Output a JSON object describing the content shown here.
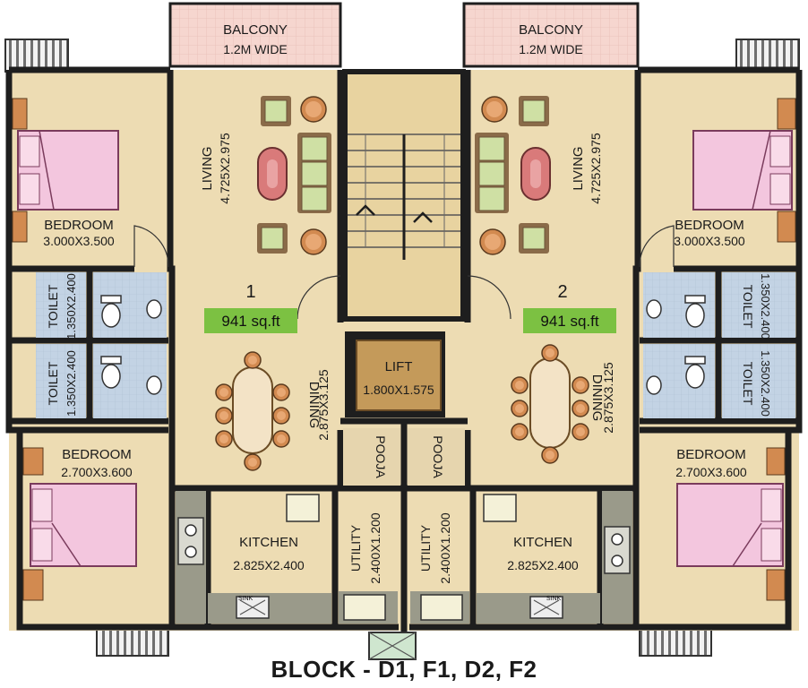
{
  "units": [
    {
      "number": "1",
      "area": "941 sq.ft",
      "living": {
        "name": "LIVING",
        "size": "4.725X2.975"
      },
      "dining": {
        "name": "DINING",
        "size": "2.875X3.125"
      },
      "kitchen": {
        "name": "KITCHEN",
        "size": "2.825X2.400"
      },
      "utility": {
        "name": "UTILITY",
        "size": "2.400X1.200"
      },
      "pooja": {
        "name": "POOJA"
      },
      "bedroom_top": {
        "name": "BEDROOM",
        "size": "3.000X3.500"
      },
      "bedroom_bottom": {
        "name": "BEDROOM",
        "size": "2.700X3.600"
      },
      "toilet_top": {
        "name": "TOILET",
        "size": "1.350X2.400"
      },
      "toilet_bottom": {
        "name": "TOILET",
        "size": "1.350X2.400"
      },
      "balcony": {
        "name": "BALCONY",
        "width": "1.2M WIDE"
      },
      "sink": "SINK"
    },
    {
      "number": "2",
      "area": "941 sq.ft",
      "living": {
        "name": "LIVING",
        "size": "4.725X2.975"
      },
      "dining": {
        "name": "DINING",
        "size": "2.875X3.125"
      },
      "kitchen": {
        "name": "KITCHEN",
        "size": "2.825X2.400"
      },
      "utility": {
        "name": "UTILITY",
        "size": "2.400X1.200"
      },
      "pooja": {
        "name": "POOJA"
      },
      "bedroom_top": {
        "name": "BEDROOM",
        "size": "3.000X3.500"
      },
      "bedroom_bottom": {
        "name": "BEDROOM",
        "size": "2.700X3.600"
      },
      "toilet_top": {
        "name": "TOILET",
        "size": "1.350X2.400"
      },
      "toilet_bottom": {
        "name": "TOILET",
        "size": "1.350X2.400"
      },
      "balcony": {
        "name": "BALCONY",
        "width": "1.2M WIDE"
      },
      "sink": "SINK"
    }
  ],
  "lift": {
    "name": "LIFT",
    "size": "1.800X1.575"
  },
  "caption": "BLOCK - D1, F1, D2, F2",
  "colors": {
    "floor": "#eddcb3",
    "wall": "#1e1e1e",
    "toilet_tile": "#c3d3e4",
    "counter": "#9a9a8a",
    "balcony": "#f6d6cf",
    "grille": "#8a8a8a",
    "bed": "#f3c6de",
    "wood": "#d28a50",
    "lift": "#c49a5a",
    "area_badge": "#7cc142",
    "sofa": "#cfe0a4",
    "sofa_frame": "#8a6b49",
    "table": "#d97a7a"
  }
}
